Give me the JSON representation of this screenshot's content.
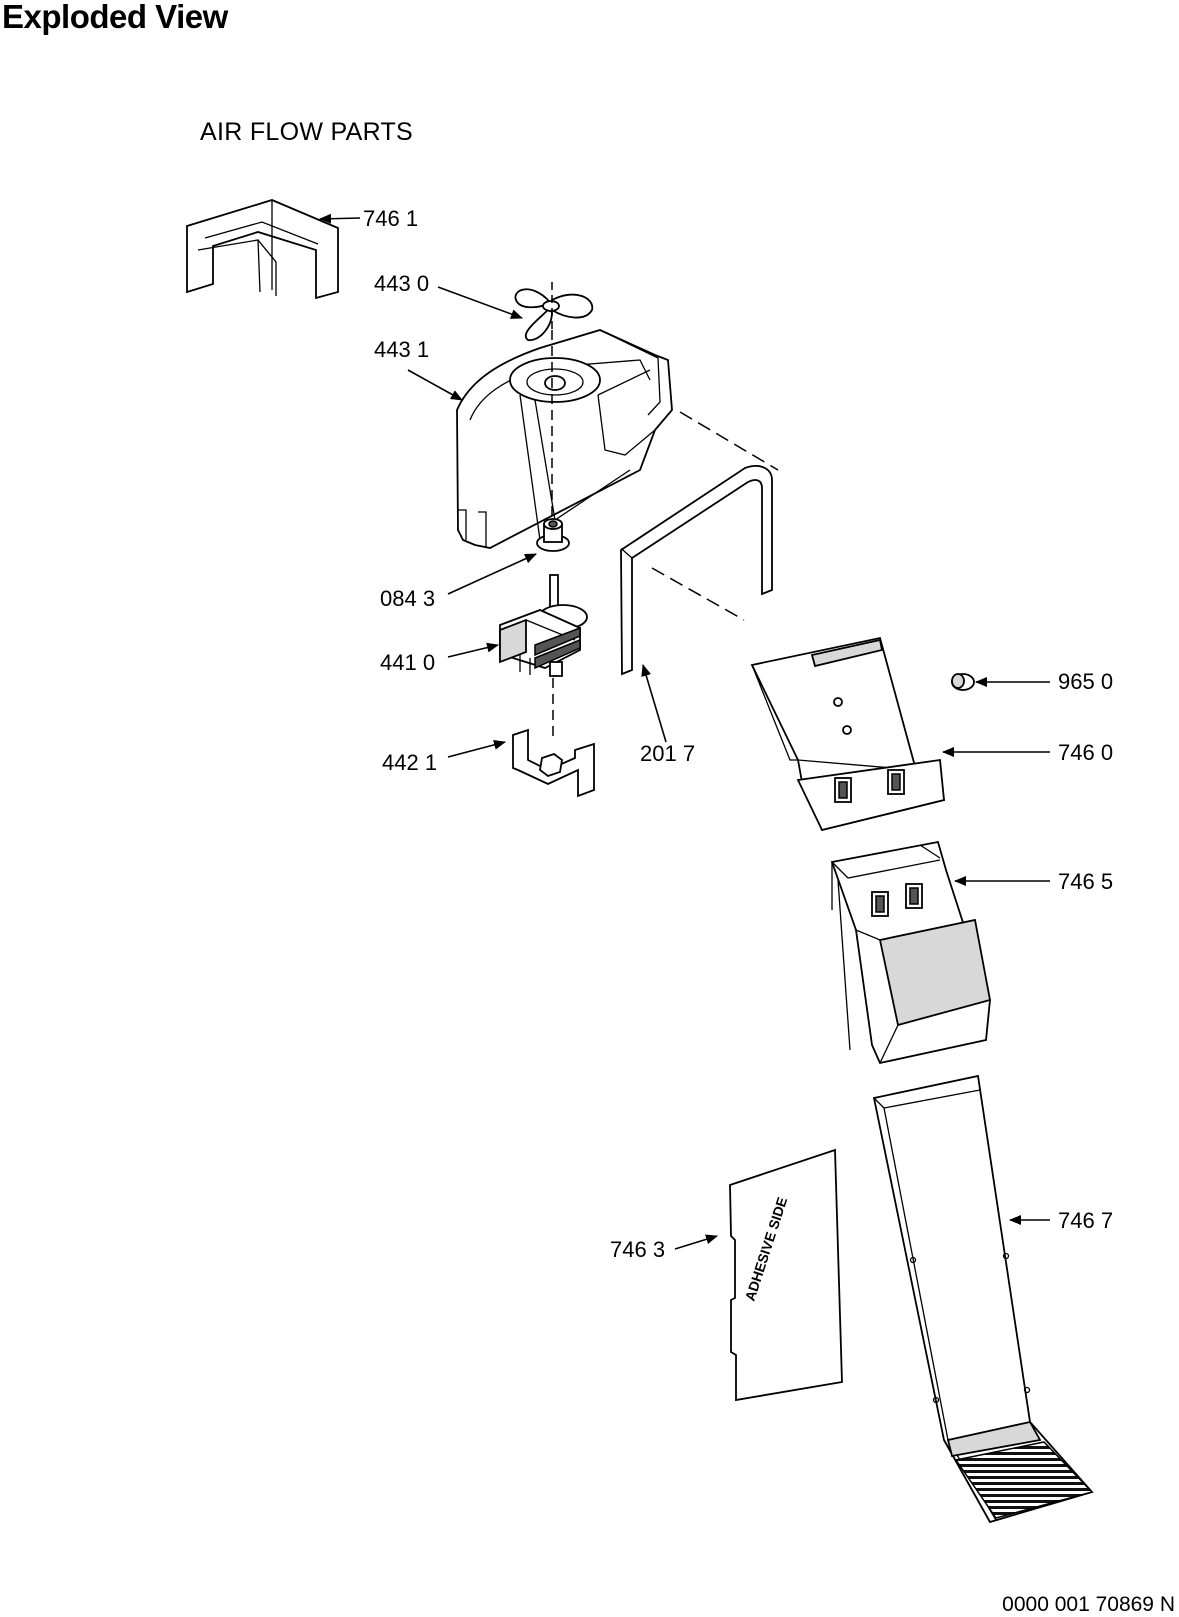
{
  "header": {
    "title": "Exploded View",
    "subtitle": "AIR FLOW PARTS"
  },
  "parts": [
    {
      "ref": "746 1"
    },
    {
      "ref": "443 0"
    },
    {
      "ref": "443 1"
    },
    {
      "ref": "084 3"
    },
    {
      "ref": "441 0"
    },
    {
      "ref": "442 1"
    },
    {
      "ref": "201 7"
    },
    {
      "ref": "965 0"
    },
    {
      "ref": "746 0"
    },
    {
      "ref": "746 5"
    },
    {
      "ref": "746 3"
    },
    {
      "ref": "746 7"
    }
  ],
  "stamp_text": "ADHESIVE SIDE",
  "footer": {
    "code": "0000 001 70869 N"
  }
}
